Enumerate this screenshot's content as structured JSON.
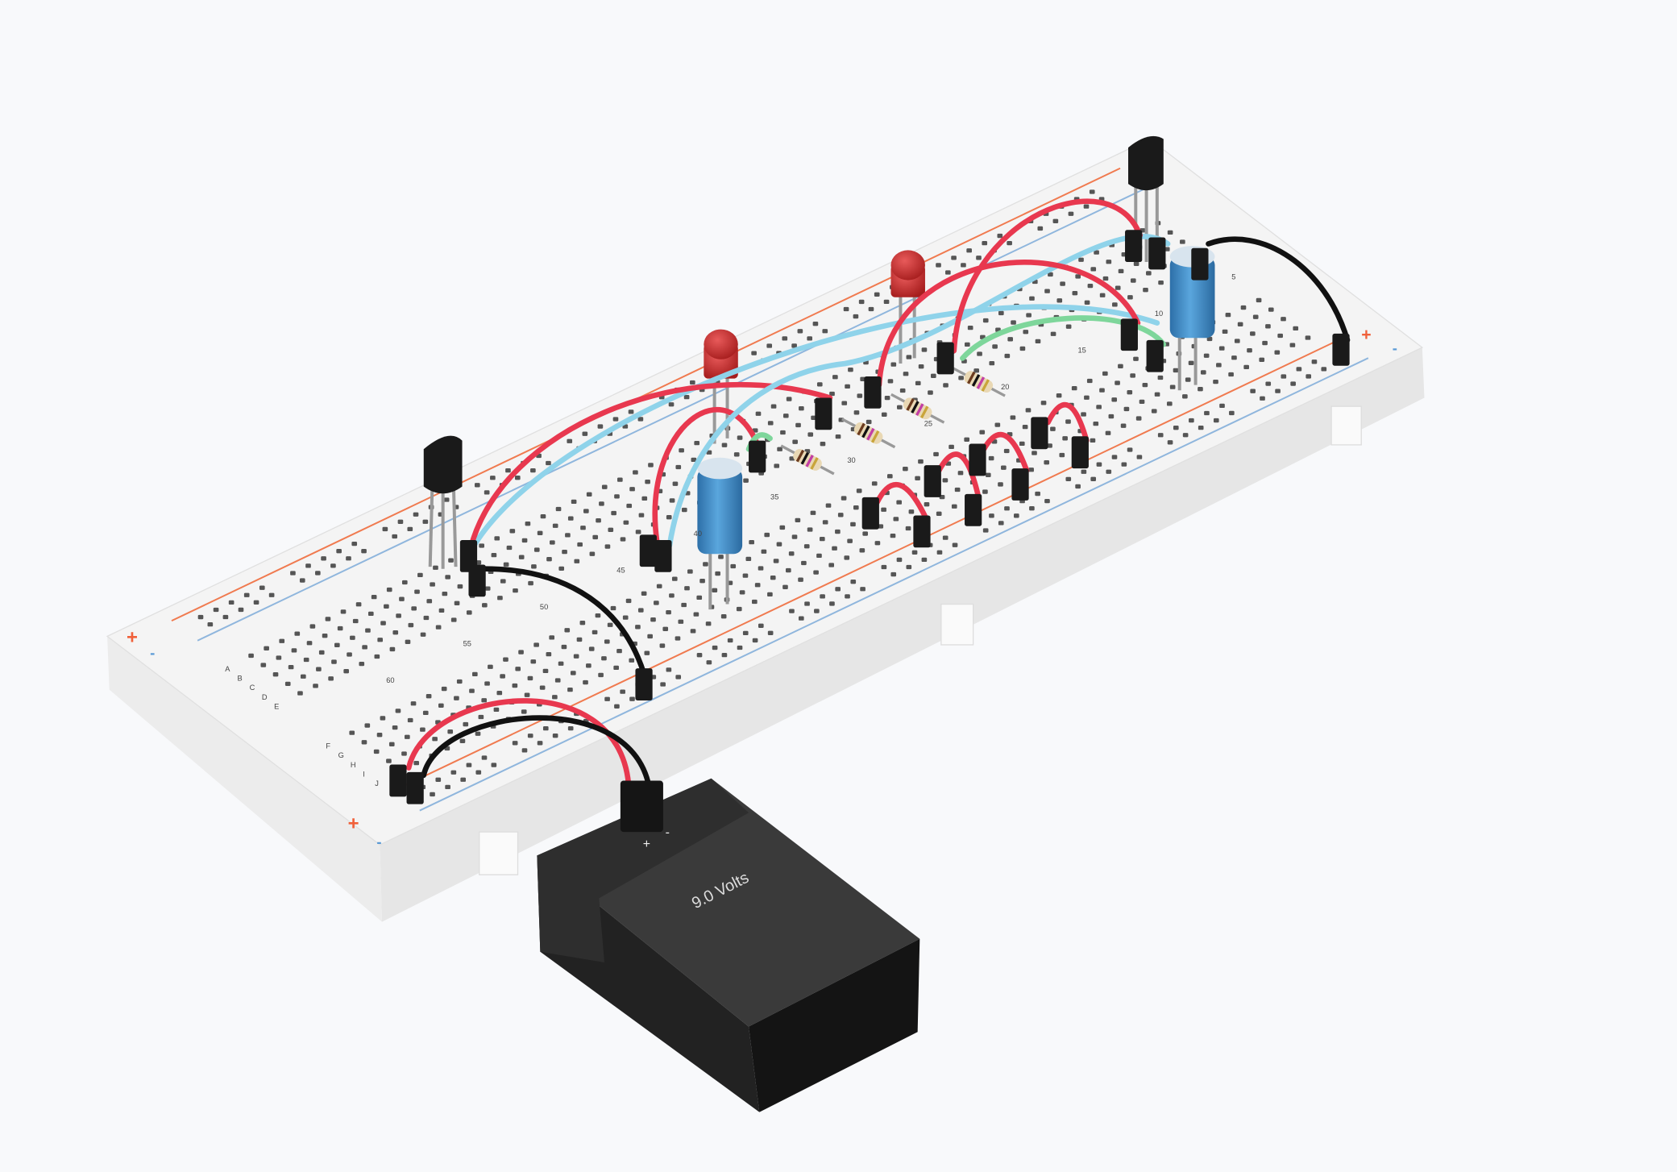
{
  "battery": {
    "label": "9.0 Volts",
    "plus": "+",
    "minus": "-"
  },
  "breadboard": {
    "rail_plus": "+",
    "rail_minus": "-",
    "rows_top": [
      "A",
      "B",
      "C",
      "D",
      "E"
    ],
    "rows_bottom": [
      "F",
      "G",
      "H",
      "I",
      "J"
    ],
    "column_numbers": [
      "60",
      "55",
      "50",
      "45",
      "40",
      "35",
      "30",
      "25",
      "20",
      "15",
      "10",
      "5"
    ]
  },
  "colors": {
    "background": "#f8f9fb",
    "board": "#f2f2f2",
    "rail_positive": "#f07a4f",
    "rail_negative": "#8fb6dd",
    "wire_red": "#e8384f",
    "wire_cyan": "#8fd3ea",
    "wire_green": "#7ed69b",
    "wire_black": "#111111",
    "capacitor": "#3c89c6",
    "led": "#c42a2a",
    "battery": "#1e1e1e"
  }
}
